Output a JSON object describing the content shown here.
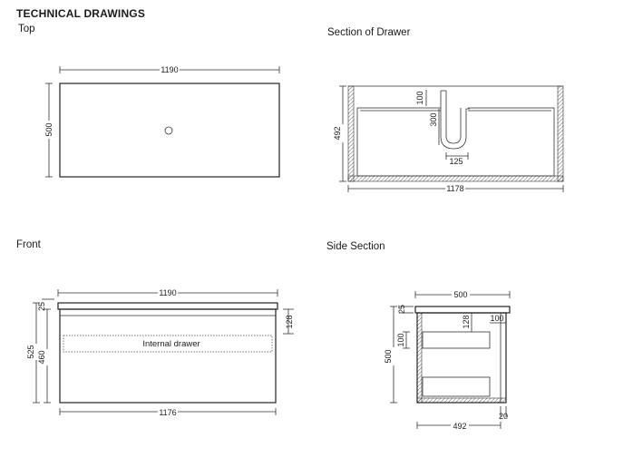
{
  "heading": "TECHNICAL DRAWINGS",
  "views": {
    "top": {
      "label": "Top",
      "width": "1190",
      "depth": "500"
    },
    "section_drawer": {
      "label": "Section of Drawer",
      "depth": "492",
      "width": "1178",
      "dim_100": "100",
      "dim_300": "300",
      "dim_125": "125"
    },
    "front": {
      "label": "Front",
      "top_width": "1190",
      "bottom_width": "1176",
      "height_total": "525",
      "height_body": "460",
      "top_thickness": "25",
      "drawer_front": "128",
      "internal_drawer": "Internal drawer"
    },
    "side_section": {
      "label": "Side Section",
      "depth_top": "500",
      "depth_bottom": "492",
      "height_total": "500",
      "top_thickness": "25",
      "dim_100": "100",
      "dim_128": "128",
      "dim_100b": "100",
      "dim_20": "20"
    }
  }
}
